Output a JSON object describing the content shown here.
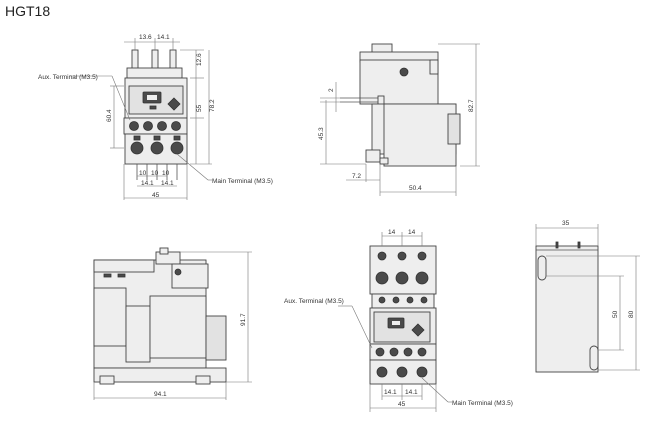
{
  "title": "HGT18",
  "labels": {
    "aux_terminal": "Aux. Terminal (M3.5)",
    "main_terminal": "Main Terminal (M3.5)"
  },
  "dims": {
    "front": {
      "d13_6": "13.6",
      "d14_1": "14.1",
      "d12_6": "12.6",
      "d60_4": "60.4",
      "d55": "55",
      "d78_2": "78.2",
      "d10a": "10",
      "d10b": "10",
      "d10c": "10",
      "d14_1a": "14.1",
      "d14_1b": "14.1",
      "d45": "45"
    },
    "side": {
      "d2": "2",
      "d45_3": "45.3",
      "d82_7": "82.7",
      "d7_2": "7.2",
      "d50_4": "50.4"
    },
    "bottom_left": {
      "d91_7": "91.7",
      "d94_1": "94.1"
    },
    "bottom_mid": {
      "d14a": "14",
      "d14b": "14",
      "d14_1a": "14.1",
      "d14_1b": "14.1",
      "d45": "45"
    },
    "bottom_right": {
      "d35": "35",
      "d50": "50",
      "d80": "80"
    }
  }
}
